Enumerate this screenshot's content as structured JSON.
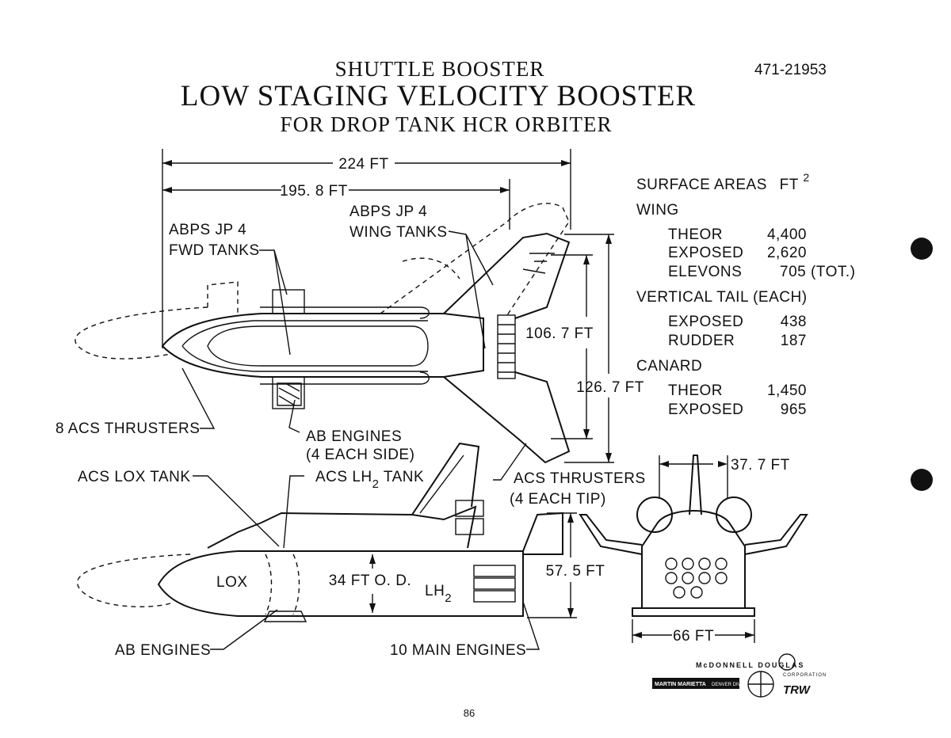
{
  "header": {
    "title_line1": "SHUTTLE BOOSTER",
    "title_line2": "LOW STAGING VELOCITY BOOSTER",
    "title_line3": "FOR DROP TANK HCR ORBITER",
    "doc_number": "471-21953"
  },
  "dimensions": {
    "overall_length": "224 FT",
    "inner_length": "195. 8 FT",
    "canard_span": "106. 7 FT",
    "wing_span": "126. 7 FT",
    "height": "57. 5 FT",
    "body_diameter": "34 FT O. D.",
    "tail_span": "37. 7 FT",
    "rear_width": "66 FT"
  },
  "callouts": {
    "fwd_tanks": [
      "ABPS JP 4",
      "FWD TANKS"
    ],
    "wing_tanks": [
      "ABPS JP 4",
      "WING TANKS"
    ],
    "acs_thrusters_8": "8 ACS THRUSTERS",
    "ab_engines_side": [
      "AB ENGINES",
      "(4 EACH SIDE)"
    ],
    "acs_lox_tank": "ACS LOX TANK",
    "acs_lh2_tank": {
      "prefix": "ACS LH",
      "sub": "2",
      "suffix": " TANK"
    },
    "acs_thrusters_tip": [
      "ACS THRUSTERS",
      "(4 EACH TIP)"
    ],
    "lox": "LOX",
    "lh2": {
      "prefix": "LH",
      "sub": "2"
    },
    "ab_engines": "AB ENGINES",
    "main_engines": "10 MAIN ENGINES"
  },
  "surface_areas": {
    "heading": "SURFACE AREAS",
    "unit": "FT",
    "unit_sup": "2",
    "groups": [
      {
        "name": "WING",
        "rows": [
          {
            "label": "THEOR",
            "value": "4,400"
          },
          {
            "label": "EXPOSED",
            "value": "2,620"
          },
          {
            "label": "ELEVONS",
            "value": "705 (TOT.)"
          }
        ]
      },
      {
        "name": "VERTICAL TAIL (EACH)",
        "rows": [
          {
            "label": "EXPOSED",
            "value": "438"
          },
          {
            "label": "RUDDER",
            "value": "187"
          }
        ]
      },
      {
        "name": "CANARD",
        "rows": [
          {
            "label": "THEOR",
            "value": "1,450"
          },
          {
            "label": "EXPOSED",
            "value": "965"
          }
        ]
      }
    ]
  },
  "logos": {
    "mcdonnell": "McDONNELL DOUGLAS",
    "martin": "MARTIN MARIETTA",
    "martin_division": "DENVER DIVISION",
    "trw": "TRW",
    "corporation": "CORPORATION"
  },
  "page_number": "86"
}
